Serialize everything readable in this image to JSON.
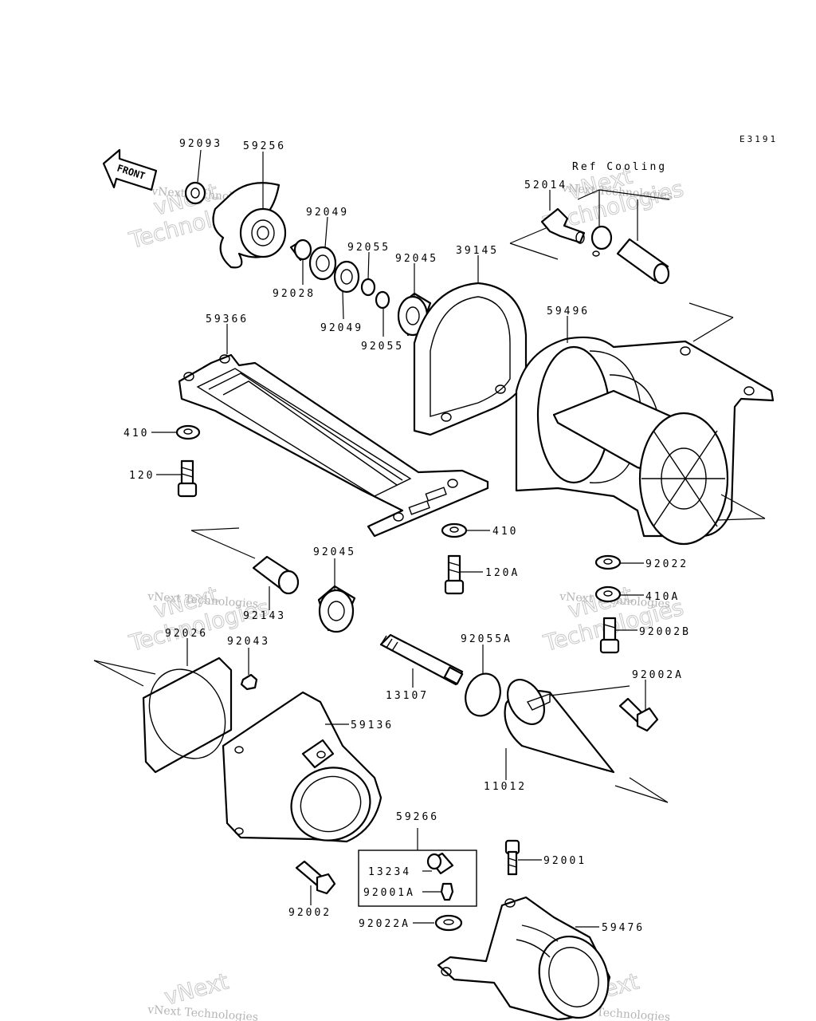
{
  "diagram_code": "E3191",
  "ref_note": "Ref Cooling",
  "front_label": "FRONT",
  "watermark": {
    "line1": "vNext",
    "line2": "Technologies",
    "small": "vNext Technologies"
  },
  "parts": {
    "p92093": "92093",
    "p59256": "59256",
    "p92049a": "92049",
    "p92028": "92028",
    "p92049b": "92049",
    "p92055a": "92055",
    "p92055b": "92055",
    "p92045a": "92045",
    "p39145": "39145",
    "p52014": "52014",
    "p59366": "59366",
    "p59496": "59496",
    "p410": "410",
    "p120": "120",
    "p410b": "410",
    "p120a": "120A",
    "p92022": "92022",
    "p410a": "410A",
    "p92002b": "92002B",
    "p92045b": "92045",
    "p92143": "92143",
    "p92026": "92026",
    "p92043": "92043",
    "p92055c": "92055A",
    "p13107": "13107",
    "p92002a": "92002A",
    "p59136": "59136",
    "p11012": "11012",
    "p59266": "59266",
    "p13234": "13234",
    "p92001a": "92001A",
    "p92001": "92001",
    "p92002": "92002",
    "p92022a": "92022A",
    "p59476": "59476"
  }
}
